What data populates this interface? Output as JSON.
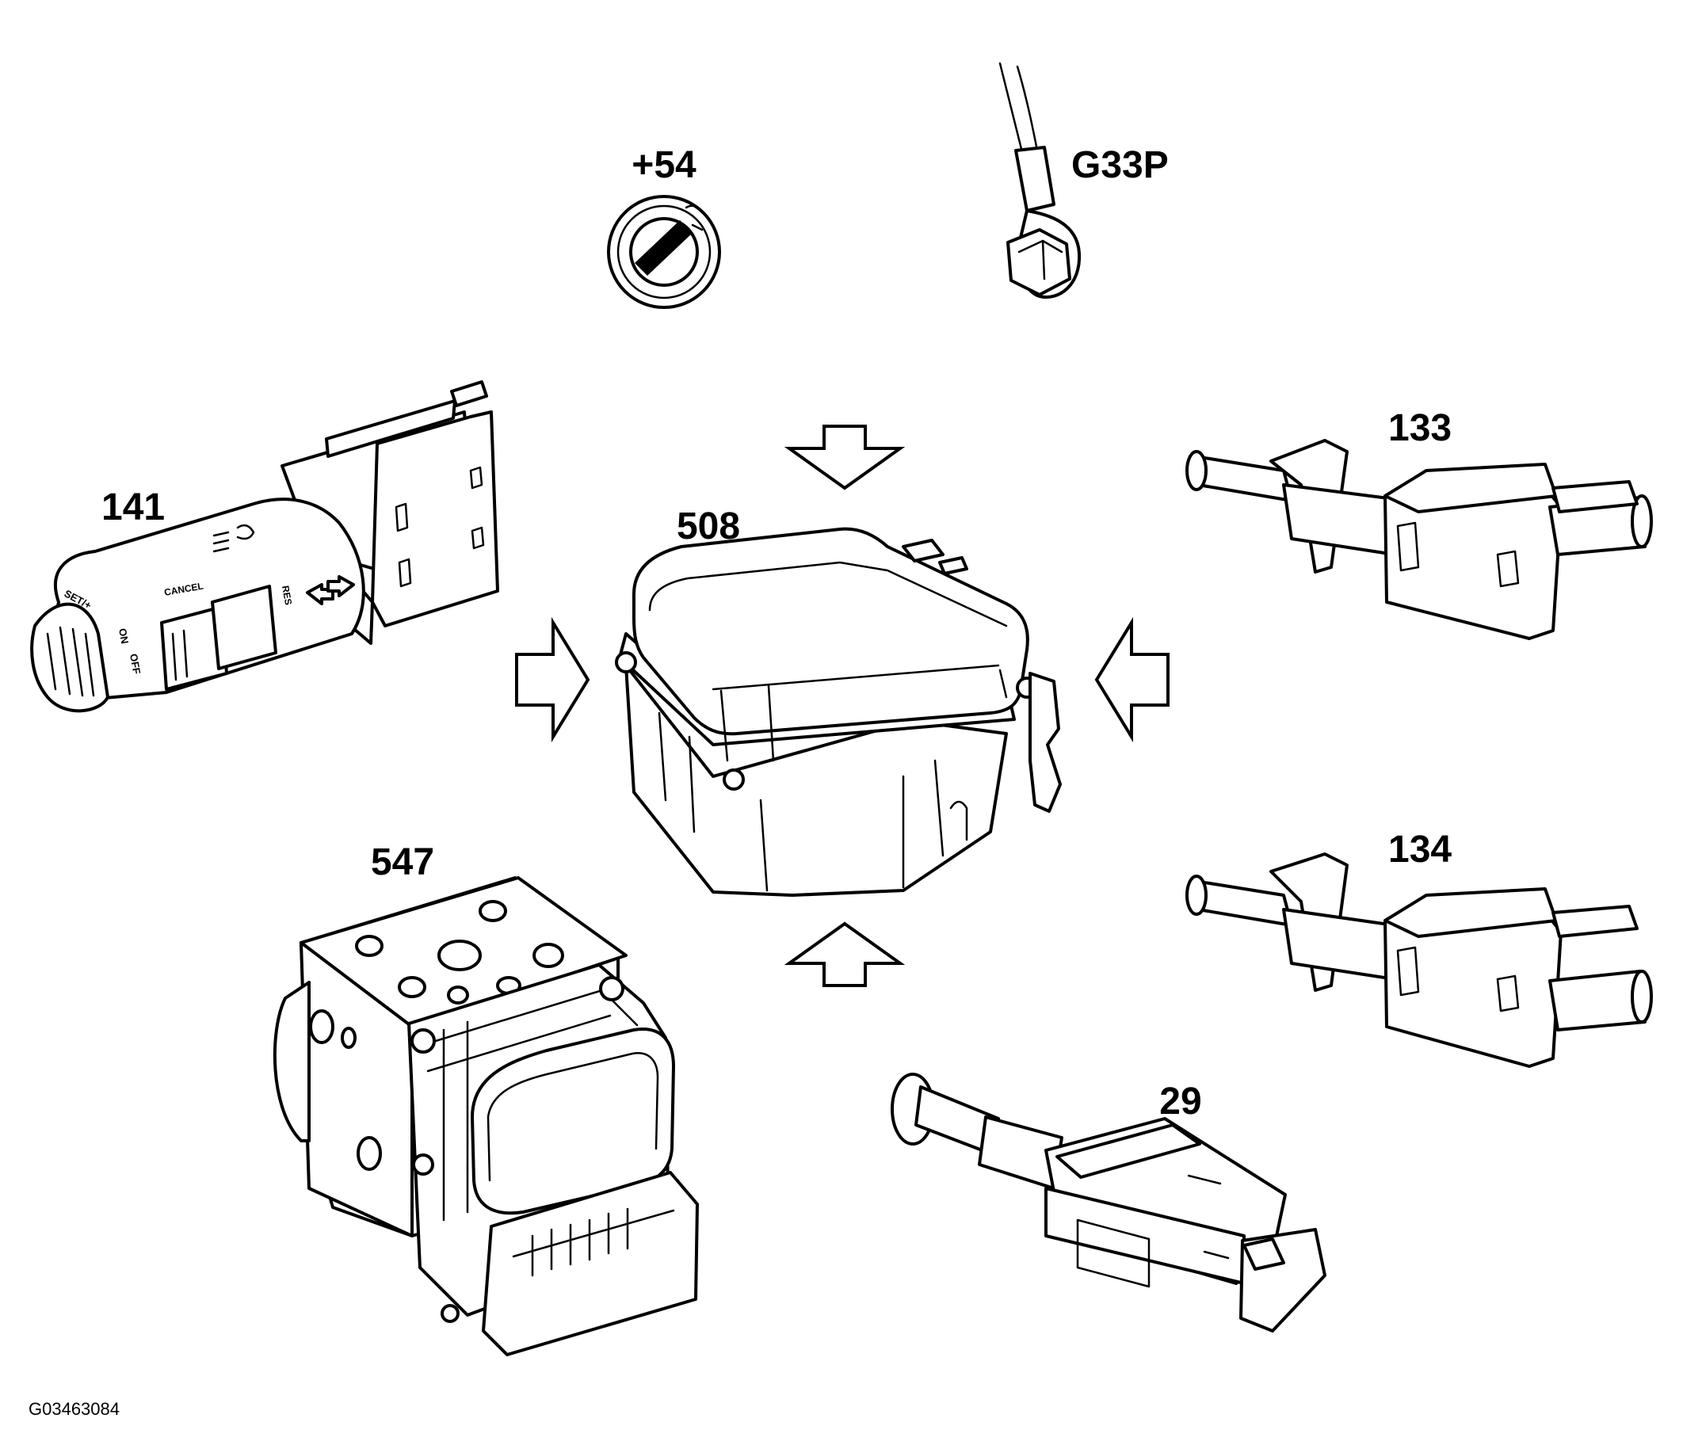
{
  "labels": {
    "ignition": "+54",
    "ground": "G33P",
    "module_508": "508",
    "switch_141": "141",
    "switch_133": "133",
    "switch_134": "134",
    "switch_29": "29",
    "abs_547": "547"
  },
  "figure_id": "G03463084",
  "switch_141_markings": {
    "set": "SET/+",
    "cancel": "CANCEL",
    "res": "RES",
    "on": "ON",
    "off": "OFF"
  },
  "colors": {
    "line": "#000000",
    "background": "#ffffff"
  }
}
